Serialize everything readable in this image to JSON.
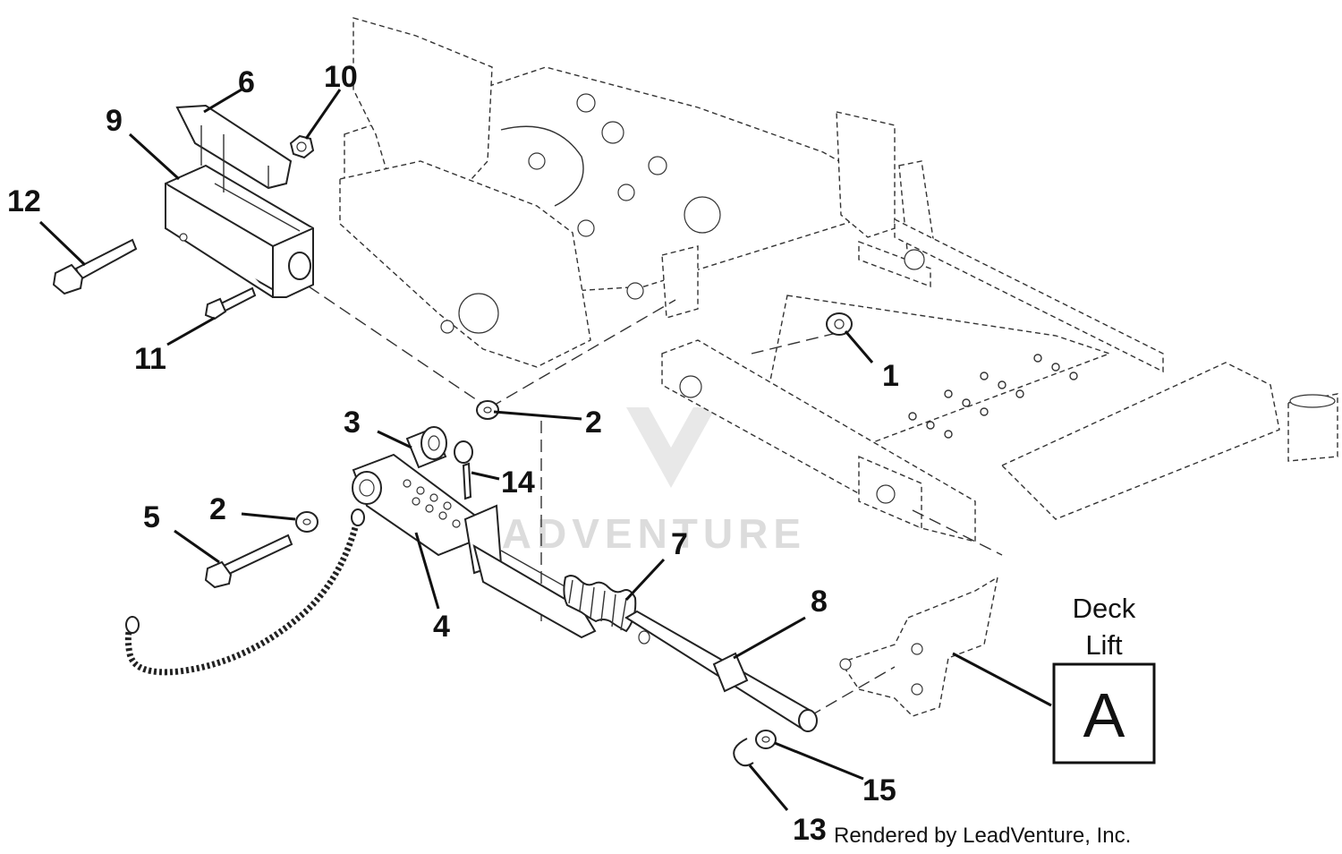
{
  "callouts": {
    "c1": "1",
    "c2a": "2",
    "c2b": "2",
    "c3": "3",
    "c4": "4",
    "c5": "5",
    "c6": "6",
    "c7": "7",
    "c8": "8",
    "c9": "9",
    "c10": "10",
    "c11": "11",
    "c12": "12",
    "c13": "13",
    "c14": "14",
    "c15": "15"
  },
  "deck_lift": {
    "line1": "Deck",
    "line2": "Lift",
    "letter": "A"
  },
  "credit": "Rendered by LeadVenture, Inc.",
  "watermark": "LEADVENTURE"
}
